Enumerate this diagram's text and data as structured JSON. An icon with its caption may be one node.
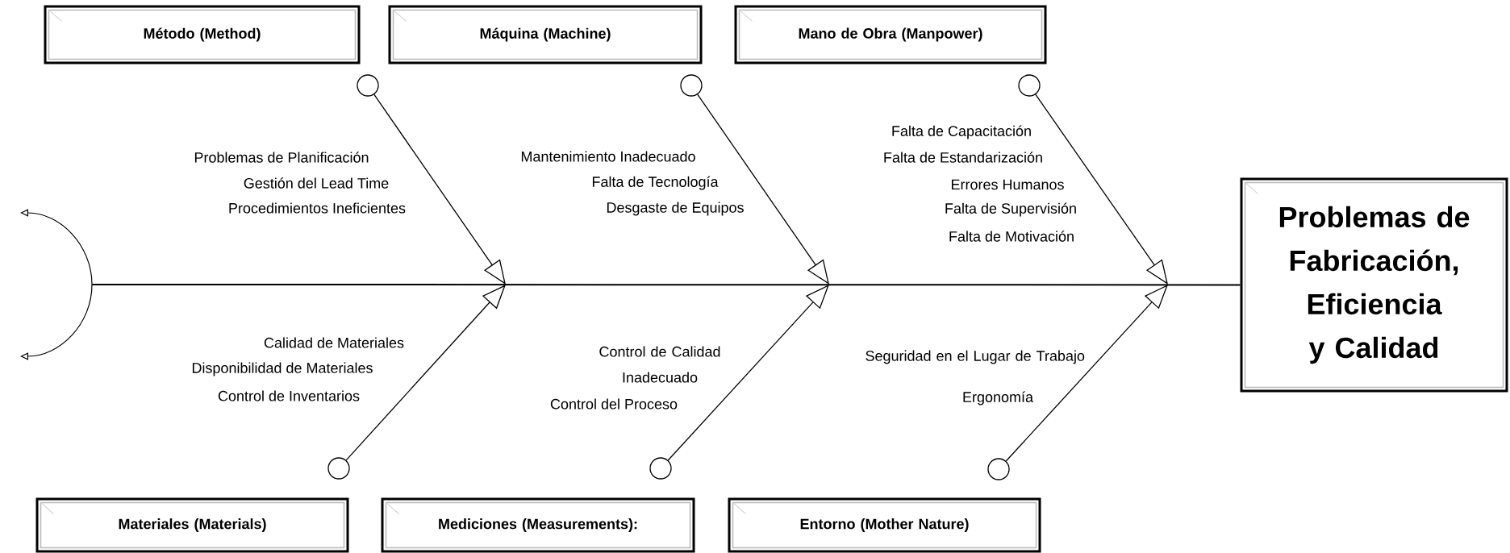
{
  "diagram": {
    "nodes": [
      {
        "text": [
          "Método (Method)"
        ]
      },
      {
        "text": [
          "Máquina (Machine)"
        ]
      },
      {
        "text": [
          "Mano de Obra (Manpower)"
        ]
      },
      {
        "text": [],
        "shape": "circle"
      },
      {
        "text": [],
        "shape": "circle"
      },
      {
        "text": [],
        "shape": "circle"
      },
      {
        "text": [],
        "shape": "arc"
      },
      {
        "text": [
          "Problemas de Fabricación, Eficiencia y Calidad"
        ]
      },
      {
        "text": [],
        "shape": "circle"
      },
      {
        "text": [],
        "shape": "circle"
      },
      {
        "text": [],
        "shape": "circle"
      },
      {
        "text": [
          "Materiales (Materials)"
        ]
      },
      {
        "text": [
          "Mediciones (Measurements):"
        ]
      },
      {
        "text": [
          "Entorno (Mother Nature)"
        ]
      }
    ],
    "edges": [
      {
        "from": 6,
        "to": 7,
        "arrow": "none"
      },
      {
        "from": 3,
        "to": null,
        "arrow": "to"
      },
      {
        "from": 4,
        "to": null,
        "arrow": "to"
      },
      {
        "from": 5,
        "to": null,
        "arrow": "to"
      },
      {
        "from": 8,
        "to": null,
        "arrow": "to"
      },
      {
        "from": 9,
        "to": null,
        "arrow": "to"
      },
      {
        "from": 10,
        "to": null,
        "arrow": "to"
      }
    ],
    "labels": [
      "Problemas de Planificación",
      "Gestión del Lead Time",
      "Procedimientos Ineficientes",
      "Mantenimiento Inadecuado",
      "Falta de Tecnología",
      "Desgaste de Equipos",
      "Falta de Capacitación",
      "Falta de Estandarización",
      "Errores Humanos",
      "Falta de Supervisión",
      "Falta de Motivación",
      "Calidad de Materiales",
      "Disponibilidad de Materiales",
      "Control de Inventarios",
      "Control de Calidad Inadecuado",
      "Control del Proceso",
      "Seguridad en el Lugar de Trabajo",
      "Ergonomía"
    ]
  }
}
